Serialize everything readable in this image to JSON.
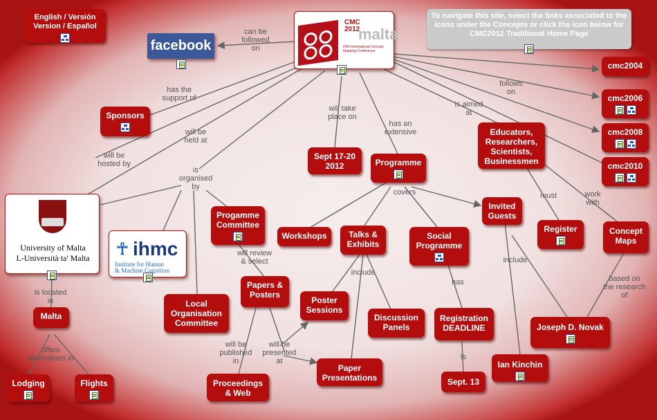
{
  "language_node": {
    "label": "English / Versión\nVersion / Español"
  },
  "facebook": {
    "logo_text": "facebook"
  },
  "cmc_logo": {
    "line1": "CMC",
    "line2": "2012",
    "line3": "malta",
    "tagline": "Fifth International Concept\nMapping Conference"
  },
  "nav_note": {
    "text": "To navigate this site, select the links associated to the icons under the Concepts or click the icon below for CMC2012 Traditional Home Page"
  },
  "university": {
    "name_en": "University of Malta",
    "name_mt": "L-Università ta' Malta"
  },
  "ihmc": {
    "logo": "ihmc",
    "line1": "Institute for Human",
    "line2": "& Machine Cognition"
  },
  "nodes": {
    "sponsors": "Sponsors",
    "cmc2004": "cmc2004",
    "cmc2006": "cmc2006",
    "cmc2008": "cmc2008",
    "cmc2010": "cmc2010",
    "educators": "Educators,\nResearchers,\nScientists,\nBusinessmen",
    "sept": "Sept 17-20\n2012",
    "programme": "Programme",
    "programme_committee": "Progamme\nCommittee",
    "workshops": "Workshops",
    "talks": "Talks &\nExhibits",
    "social": "Social\nProgramme",
    "invited": "Invited\nGuests",
    "register": "Register",
    "concept_maps": "Concept\nMaps",
    "local_org": "Local\nOrganisation\nCommittee",
    "papers": "Papers &\nPosters",
    "poster_sessions": "Poster\nSessions",
    "discussion": "Discussion\nPanels",
    "registration_deadline": "Registration\nDEADLINE",
    "novak": "Joseph D. Novak",
    "malta": "Malta",
    "lodging": "Lodging",
    "flights": "Flights",
    "proceedings": "Proceedings\n& Web",
    "paper_presentations": "Paper\nPresentations",
    "sept13": "Sept. 13",
    "kinchin": "Ian Kinchin"
  },
  "links": {
    "can_be_followed": "can be\nfollowed\non",
    "has_support": "has the\nsupport of",
    "will_be_held": "will be\nheld at",
    "will_be_hosted": "will be\nhosted by",
    "will_take_place": "will take\nplace on",
    "has_extensive": "has an\nextensive",
    "is_aimed": "is aimed\nat",
    "follows_on": "follows\non",
    "is_organised": "is\norganised\nby",
    "covers": "covers",
    "must": "must",
    "work_with": "work\nwith",
    "will_review": "will review\n& select",
    "include1": "include",
    "include2": "include",
    "has": "has",
    "is": "is",
    "based_on": "based on\nthe research\nof",
    "is_located": "is located\nin",
    "offers": "offers\nalternatives in",
    "will_be_published": "will be\npublished\nin",
    "will_be_presented": "will be\npresented\nat"
  },
  "colors": {
    "node": "#b30d0d",
    "link": "#666666",
    "note": "#cacaca",
    "facebook": "#3b5998"
  }
}
